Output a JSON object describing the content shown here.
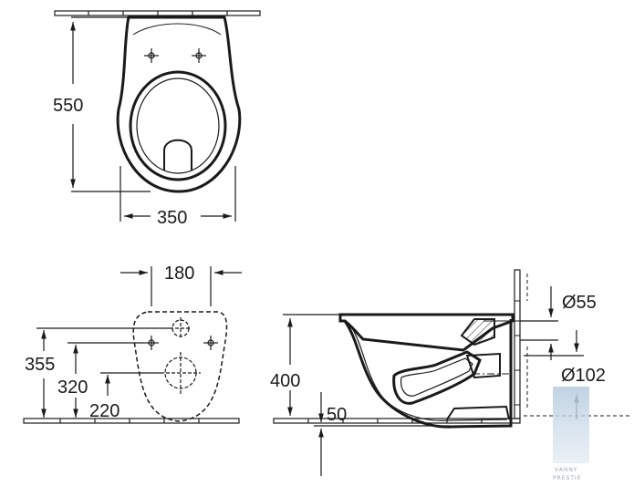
{
  "top_view": {
    "length_label": "550",
    "width_label": "350"
  },
  "back_view": {
    "spacing_label": "180",
    "height_355_label": "355",
    "height_320_label": "320",
    "height_220_label": "220"
  },
  "side_view": {
    "height_label": "400",
    "offset_label": "50",
    "inlet_label": "Ø55",
    "outlet_label": "Ø102"
  },
  "watermark": {
    "line1": "VANNY",
    "line2": "PRESTIE"
  },
  "colors": {
    "line": "#1a1a1a",
    "accent_blue": "#b9cde0"
  }
}
